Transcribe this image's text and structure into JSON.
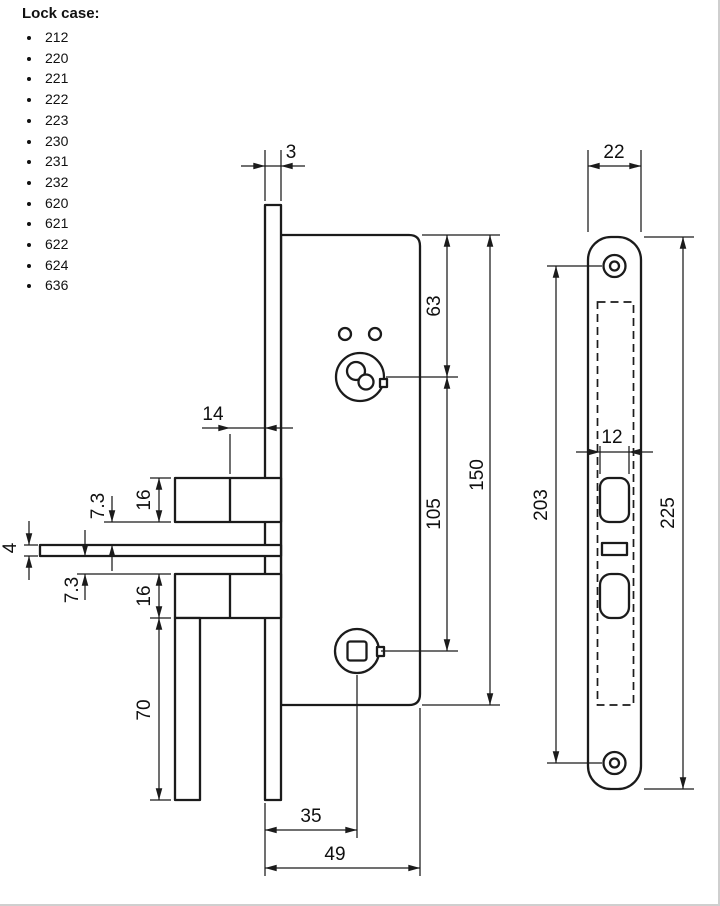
{
  "page": {
    "title": "Lock case:"
  },
  "lock_case_list": [
    "212",
    "220",
    "221",
    "222",
    "223",
    "230",
    "231",
    "232",
    "620",
    "621",
    "622",
    "624",
    "636"
  ],
  "diagram": {
    "side_view": {
      "faceplate_thickness": "3",
      "top_to_cylinder": "63",
      "latch_head_depth": "14",
      "latch_offset": "7.3",
      "strip_thickness": "4",
      "latch_height": "16",
      "bolt_offset": "7.3",
      "bolt_height": "16",
      "lower_length": "70",
      "cylinder_to_follower": "105",
      "case_height": "150",
      "backset": "35",
      "case_depth": "49"
    },
    "front_view": {
      "plate_width": "22",
      "screw_spacing": "203",
      "cutout_width": "12",
      "plate_height": "225"
    }
  }
}
